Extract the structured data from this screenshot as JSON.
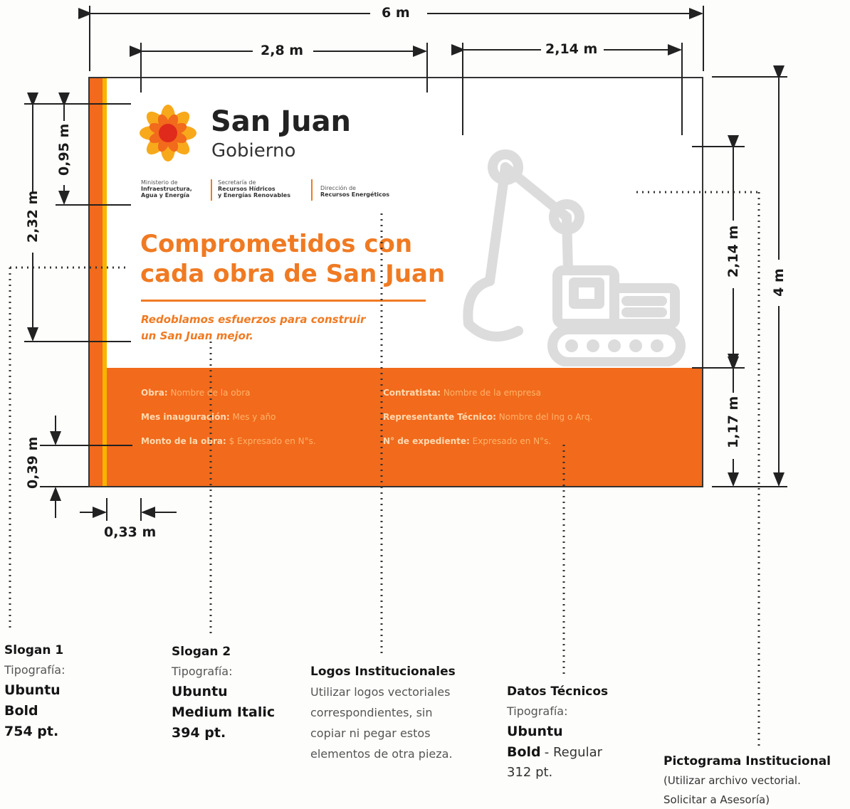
{
  "dimensions": {
    "width_total": "6 m",
    "logo_width": "2,8 m",
    "pictogram_width": "2,14 m",
    "header_height": "2,32 m",
    "logo_height": "0,95 m",
    "pictogram_height": "2,14 m",
    "total_height": "4 m",
    "tech_band_height": "1,17 m",
    "bottom_margin": "0,39 m",
    "side_band": "0,33 m"
  },
  "sign": {
    "brand_name": "San Juan",
    "brand_sub": "Gobierno",
    "ministries": [
      {
        "line1": "Ministerio de",
        "line2": "Infraestructura,",
        "line3": "Agua y Energía"
      },
      {
        "line1": "Secretaría de",
        "line2": "Recursos Hídricos",
        "line3": "y Energías Renovables"
      },
      {
        "line1": "Dirección de",
        "line2": "Recursos Energéticos",
        "line3": ""
      }
    ],
    "slogan1_line1": "Comprometidos con",
    "slogan1_line2": "cada obra de San Juan",
    "slogan2_line1": "Redoblamos esfuerzos para construir",
    "slogan2_line2": "un San Juan mejor.",
    "tech": [
      {
        "label": "Obra:",
        "value": "Nombre de la obra"
      },
      {
        "label": "Mes inauguración:",
        "value": "Mes y año"
      },
      {
        "label": "Monto de la obra:",
        "value": "$ Expresado en N°s."
      },
      {
        "label": "Contratista:",
        "value": "Nombre de la empresa"
      },
      {
        "label": "Representante Técnico:",
        "value": "Nombre del Ing o Arq."
      },
      {
        "label": "N° de expediente:",
        "value": "Expresado en N°s."
      }
    ]
  },
  "captions": {
    "slogan1": {
      "title": "Slogan 1",
      "sub": "Tipografía:",
      "font": "Ubuntu",
      "weight": "Bold",
      "size": "754 pt."
    },
    "slogan2": {
      "title": "Slogan 2",
      "sub": "Tipografía:",
      "font": "Ubuntu",
      "weight": "Medium Italic",
      "size": "394 pt."
    },
    "logos": {
      "title": "Logos Institucionales",
      "l1": "Utilizar logos vectoriales",
      "l2": "correspondientes, sin",
      "l3": "copiar ni pegar estos",
      "l4": "elementos de otra pieza."
    },
    "tech": {
      "title": "Datos Técnicos",
      "sub": "Tipografía:",
      "font": "Ubuntu",
      "weight": "Bold",
      "weight2": "- Regular",
      "size": "312 pt."
    },
    "picto": {
      "title": "Pictograma Institucional",
      "l1": "(Utilizar archivo vectorial.",
      "l2": "Solicitar a Asesoría)"
    }
  },
  "colors": {
    "orange": "#f26a1b",
    "yellow_band": "#f7b500",
    "slogan": "#f07a22"
  }
}
